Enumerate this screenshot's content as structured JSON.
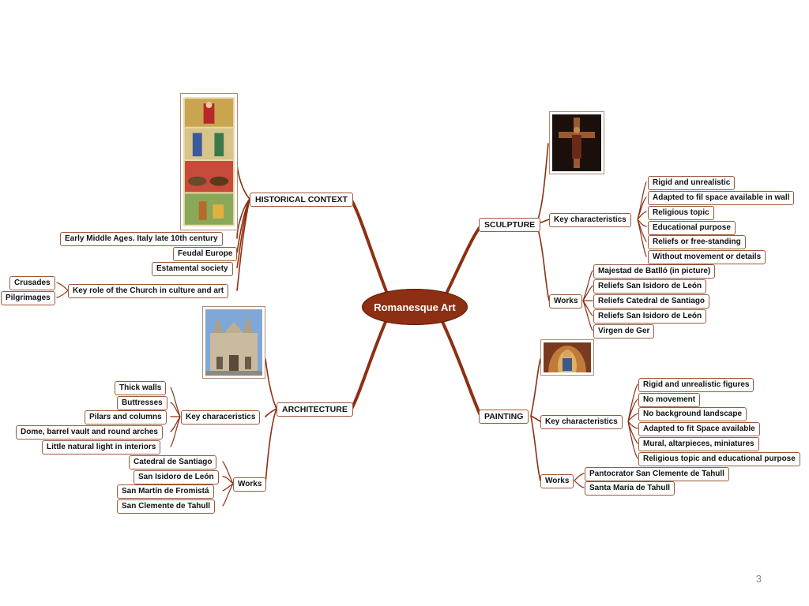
{
  "central": "Romanesque Art",
  "page_number": "3",
  "colors": {
    "branch": "#8d2f12",
    "node_border": "#9a5a3c",
    "central_fill": "#8d2f12"
  },
  "historical": {
    "title": "HISTORICAL CONTEXT",
    "items": [
      "Early Middle Ages.  Italy late 10th century",
      "Feudal Europe",
      "Estamental society",
      "Key role of the Church in culture and art"
    ],
    "church_children": [
      "Crusades",
      "Pilgrimages"
    ]
  },
  "sculpture": {
    "title": "SCULPTURE",
    "key_label": "Key characteristics",
    "key_items": [
      "Rigid and unrealistic",
      "Adapted to fil space available in wall",
      "Religious topic",
      "Educational purpose",
      "Reliefs or free-standing",
      "Without movement or details"
    ],
    "works_label": "Works",
    "works_items": [
      "Majestad de Batlló (in picture)",
      "Reliefs San Isidoro de León",
      "Reliefs Catedral de Santiago",
      "Reliefs San Isidoro de León",
      "Virgen de Ger"
    ]
  },
  "architecture": {
    "title": "ARCHITECTURE",
    "key_label": "Key characeristics",
    "key_items": [
      "Thick walls",
      "Buttresses",
      "Pilars and columns",
      "Dome, barrel vault and round arches",
      "Little natural light in interiors"
    ],
    "works_label": "Works",
    "works_items": [
      "Catedral de Santiago",
      "San Isidoro de León",
      "San Martín de Fromistá",
      "San Clemente de Tahull"
    ]
  },
  "painting": {
    "title": "PAINTING",
    "key_label": "Key characteristics",
    "key_items": [
      "Rigid and unrealistic figures",
      "No movement",
      "No background landscape",
      "Adapted to fit Space available",
      "Mural, altarpieces, miniatures",
      "Religious topic and educational purpose"
    ],
    "works_label": "Works",
    "works_items": [
      "Pantocrator San Clemente de Tahull",
      "Santa María de Tahull"
    ]
  }
}
